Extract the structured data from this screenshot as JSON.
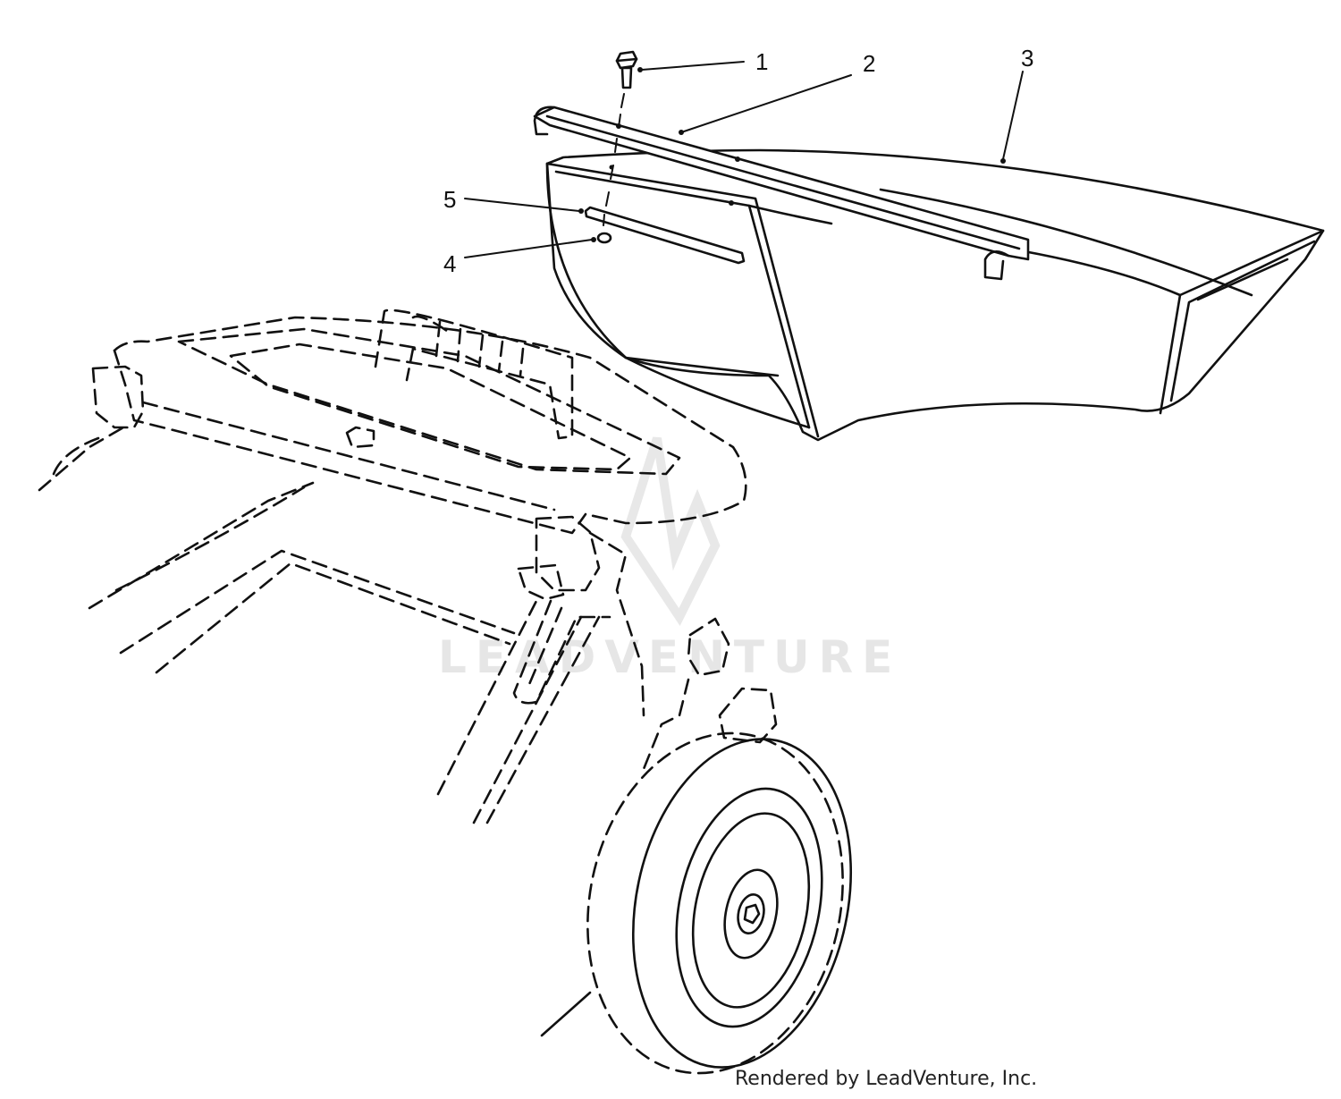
{
  "diagram": {
    "callouts": [
      {
        "id": "1",
        "label": "1"
      },
      {
        "id": "2",
        "label": "2"
      },
      {
        "id": "3",
        "label": "3"
      },
      {
        "id": "4",
        "label": "4"
      },
      {
        "id": "5",
        "label": "5"
      }
    ],
    "watermark": "LEADVENTURE",
    "footer": "Rendered by LeadVenture, Inc."
  }
}
